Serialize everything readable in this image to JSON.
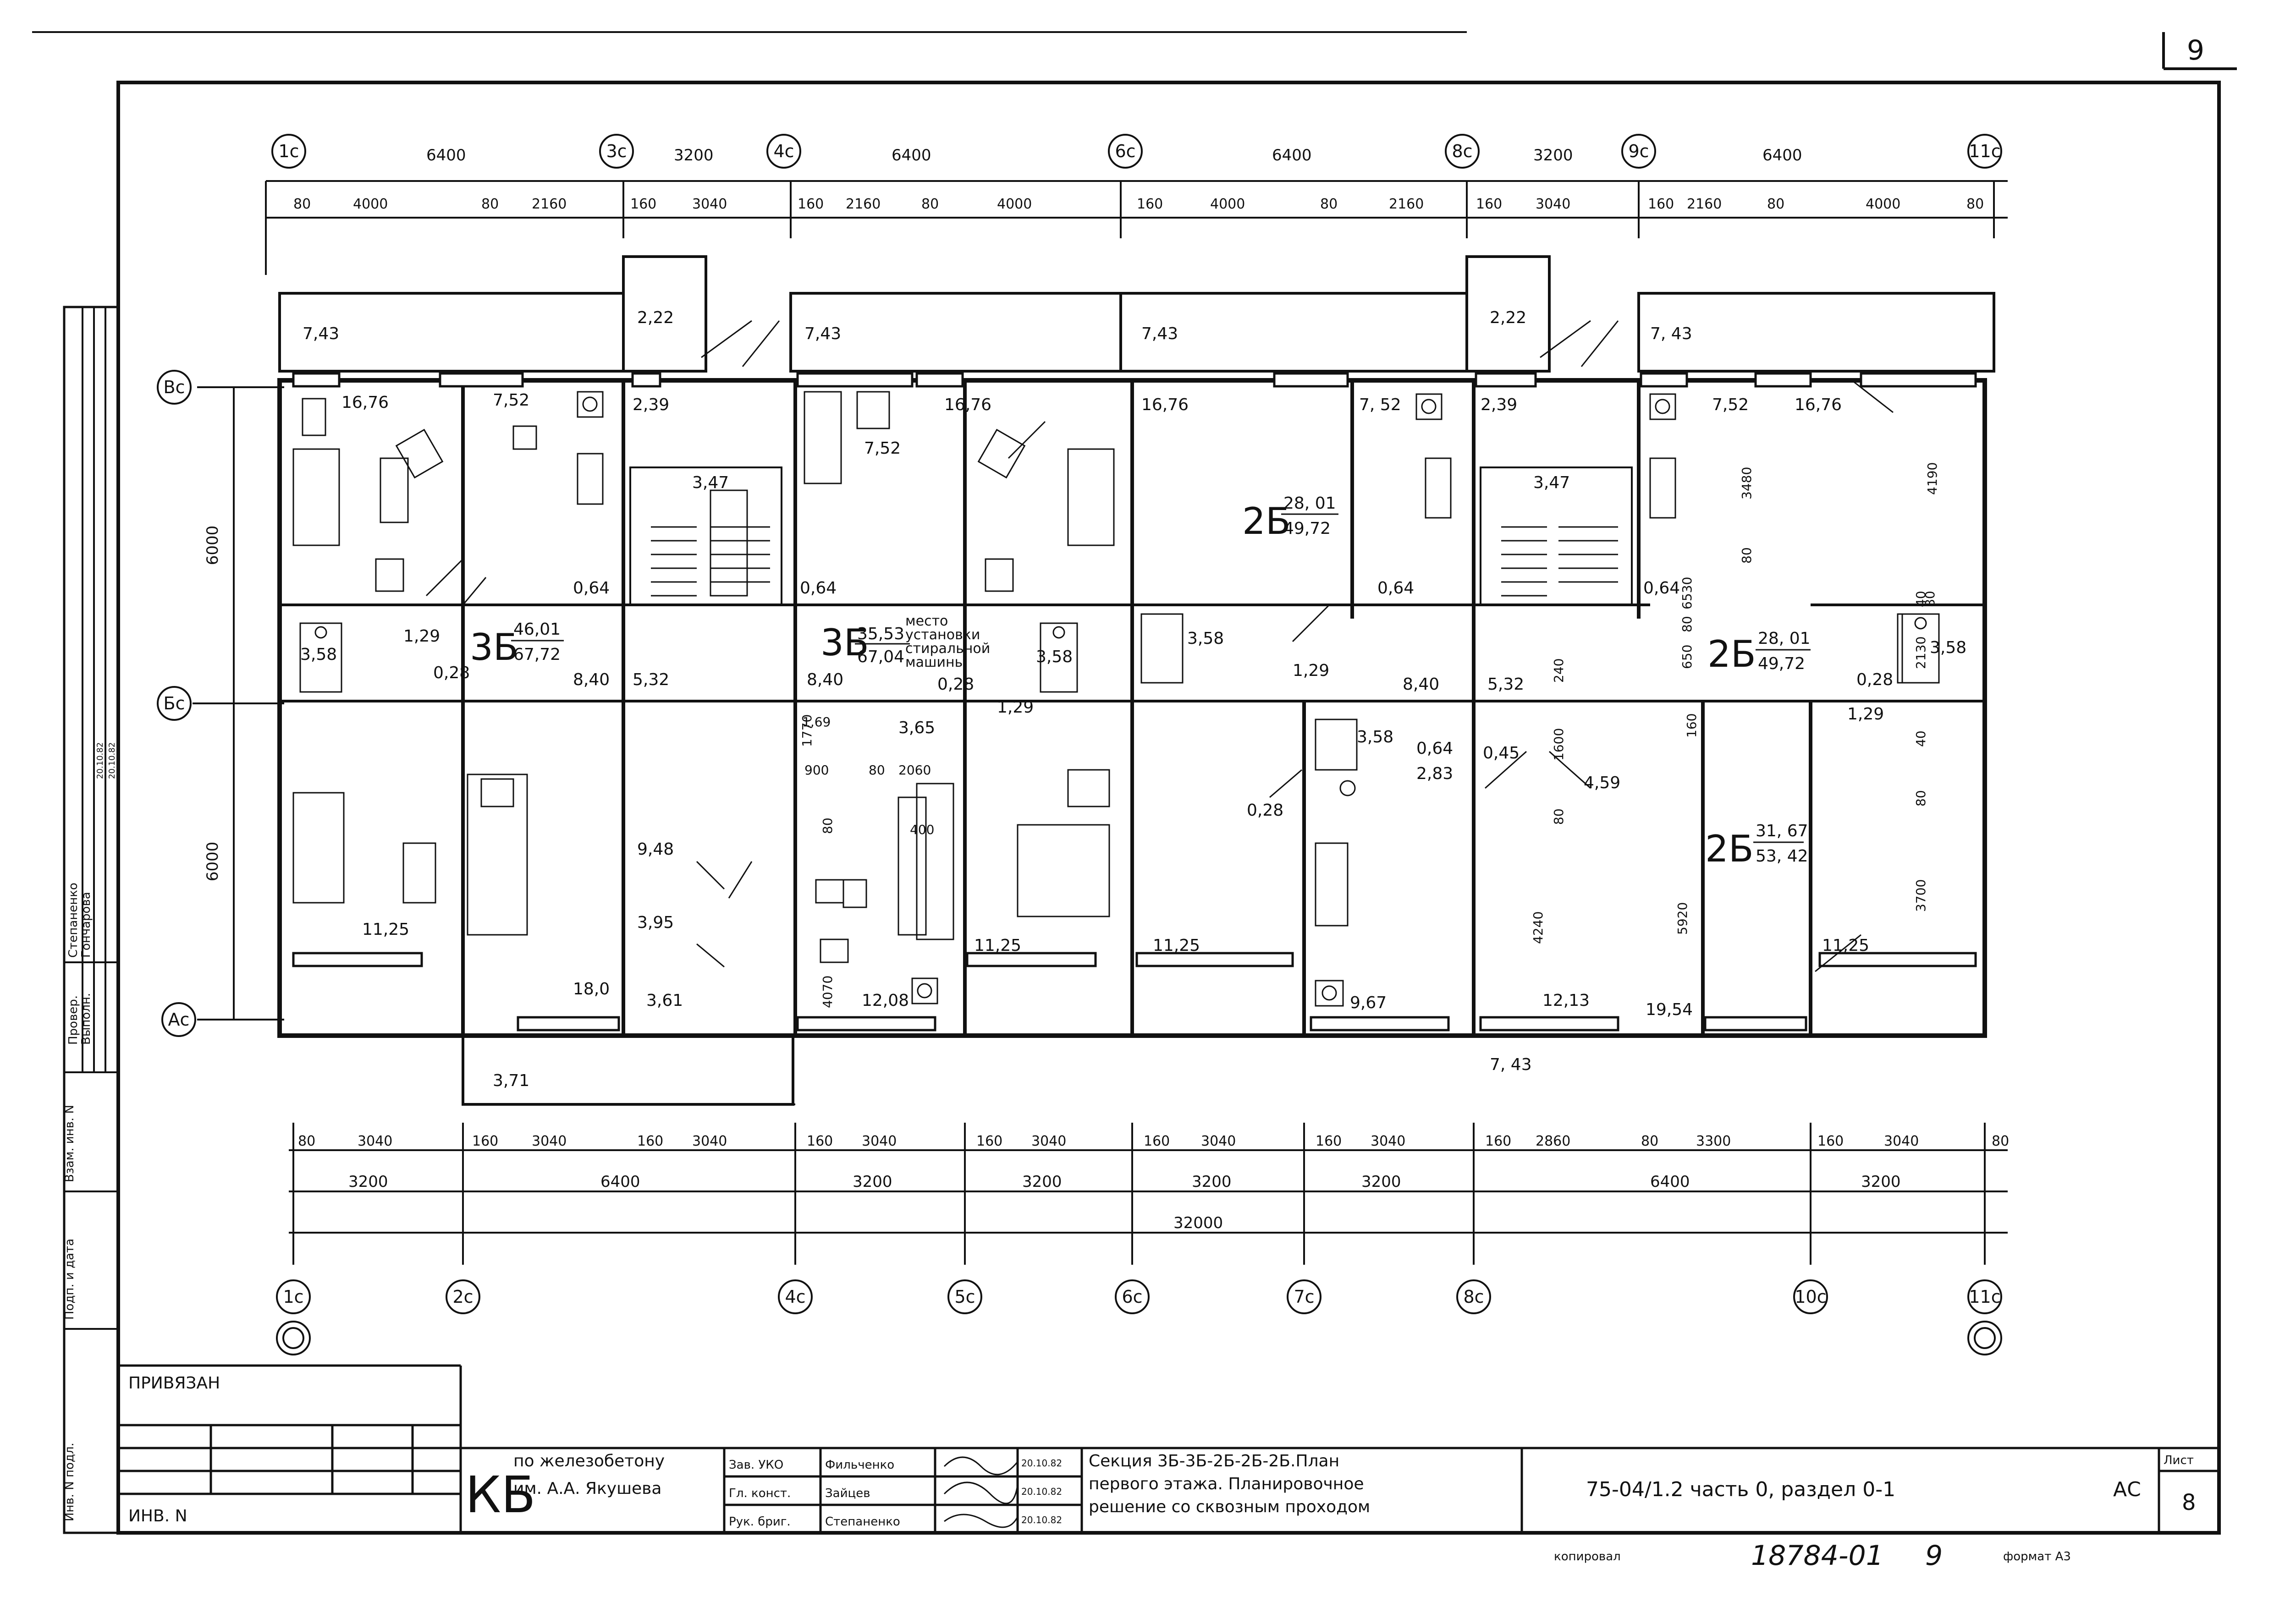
{
  "sheet_corner_number": "9",
  "axes_top": [
    "1с",
    "3с",
    "4с",
    "6с",
    "8с",
    "9с",
    "11с"
  ],
  "axes_bottom": [
    "1с",
    "2с",
    "4с",
    "5с",
    "6с",
    "7с",
    "8с",
    "10с",
    "11с"
  ],
  "axes_left": [
    "Вс",
    "Бс",
    "Ас"
  ],
  "dims_top_axis": [
    "6400",
    "3200",
    "6400",
    "6400",
    "3200",
    "6400"
  ],
  "dims_top_detail": [
    "80",
    "4000",
    "80",
    "2160",
    "160",
    "3040",
    "160",
    "2160",
    "80",
    "4000",
    "160",
    "4000",
    "80",
    "2160",
    "160",
    "3040",
    "160",
    "2160",
    "80",
    "4000",
    "80"
  ],
  "dims_left": [
    "6000",
    "6000"
  ],
  "dims_bottom_detail": [
    "80",
    "3040",
    "160",
    "3040",
    "160",
    "3040",
    "160",
    "3040",
    "160",
    "3040",
    "160",
    "3040",
    "160",
    "3040",
    "160",
    "2860",
    "80",
    "3300",
    "160",
    "3040",
    "80"
  ],
  "dims_bottom_axis": [
    "3200",
    "6400",
    "3200",
    "3200",
    "3200",
    "3200",
    "6400",
    "3200"
  ],
  "dims_bottom_total": "32000",
  "room_areas": [
    "7,43",
    "7,43",
    "7,43",
    "7, 43",
    "2,22",
    "2,22",
    "16,76",
    "7,52",
    "2,39",
    "16,76",
    "7,52",
    "16,76",
    "7, 52",
    "2,39",
    "7,52",
    "16,76",
    "3,47",
    "3,47",
    "3,58",
    "0,64",
    "0,64",
    "0,64",
    "0,64",
    "1,29",
    "0,28",
    "8,40",
    "5,32",
    "8,40",
    "0,28",
    "3,65",
    "3,58",
    "3,58",
    "1,29",
    "8,40",
    "5,32",
    "0,28",
    "3,58",
    "9,48",
    "3,95",
    "11,25",
    "18,0",
    "3,61",
    "3,71",
    "12,08",
    "11,25",
    "11,25",
    "3,58",
    "0,64",
    "2,83",
    "0,45",
    "4,59",
    "9,67",
    "12,13",
    "19,54",
    "11,25",
    "7, 43",
    "1,29",
    "1,29",
    "0,28"
  ],
  "apartments": [
    {
      "type": "3Б",
      "living": "46,01",
      "total": "67,72"
    },
    {
      "type": "3Б",
      "living": "35,53",
      "total": "67,04"
    },
    {
      "type": "2Б",
      "living": "28, 01",
      "total": "49,72"
    },
    {
      "type": "2Б",
      "living": "28, 01",
      "total": "49,72"
    },
    {
      "type": "2Б",
      "living": "31, 67",
      "total": "53, 42"
    }
  ],
  "note_washer": [
    "место",
    "установки",
    "стиральной",
    "машины"
  ],
  "interior_dims": [
    "1770",
    "900",
    "80",
    "2060",
    "400",
    "80",
    "4070",
    "4190",
    "3480",
    "80",
    "6530",
    "650",
    "80",
    "160",
    "240",
    "1600",
    "80",
    "4240",
    "5920",
    "2130",
    "40",
    "80",
    "40",
    "80",
    "3700",
    "1,69"
  ],
  "titleblock": {
    "stamp_rows": [
      "Провер.",
      "Выполн."
    ],
    "stamp_names": [
      "Степаненко",
      "Гончарова"
    ],
    "stamp_dates": [
      "20.10.82",
      "20.10.82"
    ],
    "side_labels": [
      "Инв. N подл.",
      "Подп. и дата",
      "Взам. инв. N"
    ],
    "bound": "ПРИВЯЗАН",
    "inv": "ИНВ. N",
    "kb_logo": "КБ",
    "org_line1": "по железобетону",
    "org_line2": "им. А.А. Якушева",
    "roles": [
      "Зав. УКО",
      "Гл. конст.",
      "Рук. бриг."
    ],
    "names": [
      "Фильченко",
      "Зайцев",
      "Степаненко"
    ],
    "dates": [
      "20.10.82",
      "20.10.82",
      "20.10.82"
    ],
    "title_line1": "Секция  3Б-3Б-2Б-2Б-2Б.План",
    "title_line2": "первого  этажа. Планировочное",
    "title_line3": "решение со сквозным проходом",
    "designation": "75-04/1.2  часть 0,  раздел    0-1",
    "stage": "АС",
    "sheet_label": "Лист",
    "sheet_no": "8",
    "copied": "копировал",
    "copy_no": "18784-01",
    "copy_sheet": "9",
    "format": "формат А3"
  }
}
